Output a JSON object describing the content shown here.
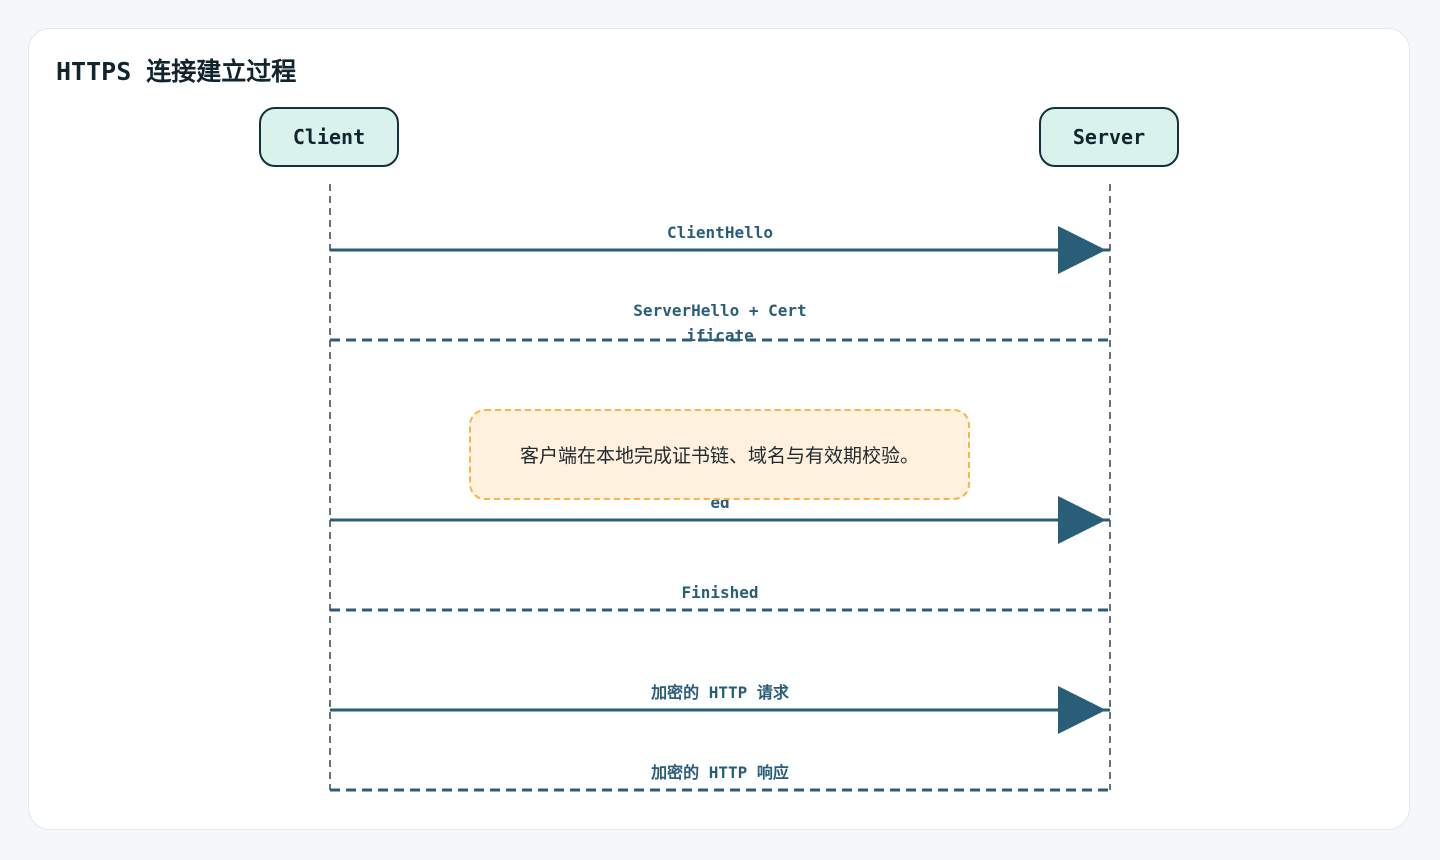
{
  "title": "HTTPS 连接建立过程",
  "actors": {
    "client": "Client",
    "server": "Server"
  },
  "messages": [
    {
      "label_lines": [
        "ClientHello"
      ],
      "direction": "client-to-server",
      "line_style": "solid"
    },
    {
      "label_lines": [
        "ServerHello + Cert",
        "ificate"
      ],
      "direction": "server-to-client",
      "line_style": "dashed"
    },
    {
      "label_lines": [
        "ed"
      ],
      "direction": "client-to-server",
      "line_style": "solid"
    },
    {
      "label_lines": [
        "Finished"
      ],
      "direction": "server-to-client",
      "line_style": "dashed"
    },
    {
      "label_lines": [
        "加密的 HTTP 请求"
      ],
      "direction": "client-to-server",
      "line_style": "solid"
    },
    {
      "label_lines": [
        "加密的 HTTP 响应"
      ],
      "direction": "server-to-client",
      "line_style": "dashed"
    }
  ],
  "note": {
    "text": "客户端在本地完成证书链、域名与有效期校验。"
  },
  "colors": {
    "arrow": "#2a5d78",
    "lifeline": "#6b7378",
    "actor_fill": "#d9f3ec",
    "actor_border": "#12313f",
    "note_fill": "#fff1dd",
    "note_border": "#f4b74a"
  }
}
